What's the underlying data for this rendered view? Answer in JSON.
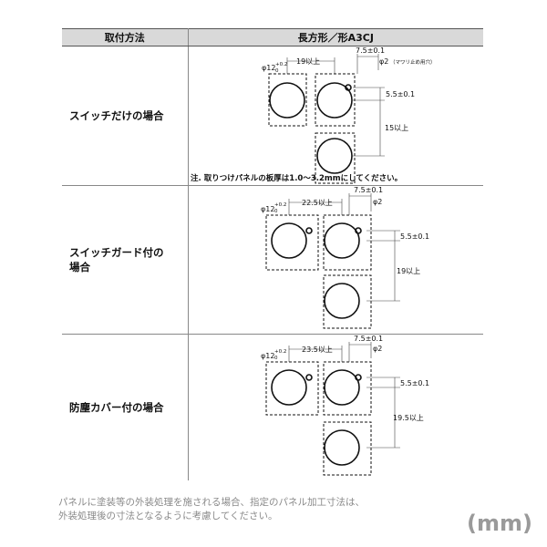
{
  "header": {
    "col1": "取付方法",
    "col2": "長方形／形A3CJ"
  },
  "rows": [
    {
      "method_lines": [
        "スイッチだけの場合"
      ],
      "labels": {
        "phi12": "φ12",
        "tol_up": "+0.2",
        "tol_down": "0",
        "spacing": "19以上",
        "offset": "7.5±0.1",
        "phi2": "φ2",
        "phi2_note": "（マワリ止め用穴）",
        "height": "5.5±0.1",
        "vertical": "15以上"
      },
      "note": "注. 取りつけパネルの板厚は1.0〜3.2mmにしてください。"
    },
    {
      "method_lines": [
        "スイッチガード付の",
        "場合"
      ],
      "labels": {
        "phi12": "φ12",
        "tol_up": "+0.2",
        "tol_down": "0",
        "spacing": "22.5以上",
        "offset": "7.5±0.1",
        "phi2": "φ2",
        "phi2_note": "",
        "height": "5.5±0.1",
        "vertical": "19以上"
      },
      "note": ""
    },
    {
      "method_lines": [
        "防塵カバー付の場合"
      ],
      "labels": {
        "phi12": "φ12",
        "tol_up": "+0.2",
        "tol_down": "0",
        "spacing": "23.5以上",
        "offset": "7.5±0.1",
        "phi2": "φ2",
        "phi2_note": "",
        "height": "5.5±0.1",
        "vertical": "19.5以上"
      },
      "note": ""
    }
  ],
  "footnote": [
    "パネルに塗装等の外装処理を施される場合、指定のパネル加工寸法は、",
    "外装処理後の寸法となるように考慮してください。"
  ],
  "unit": "(mm)"
}
